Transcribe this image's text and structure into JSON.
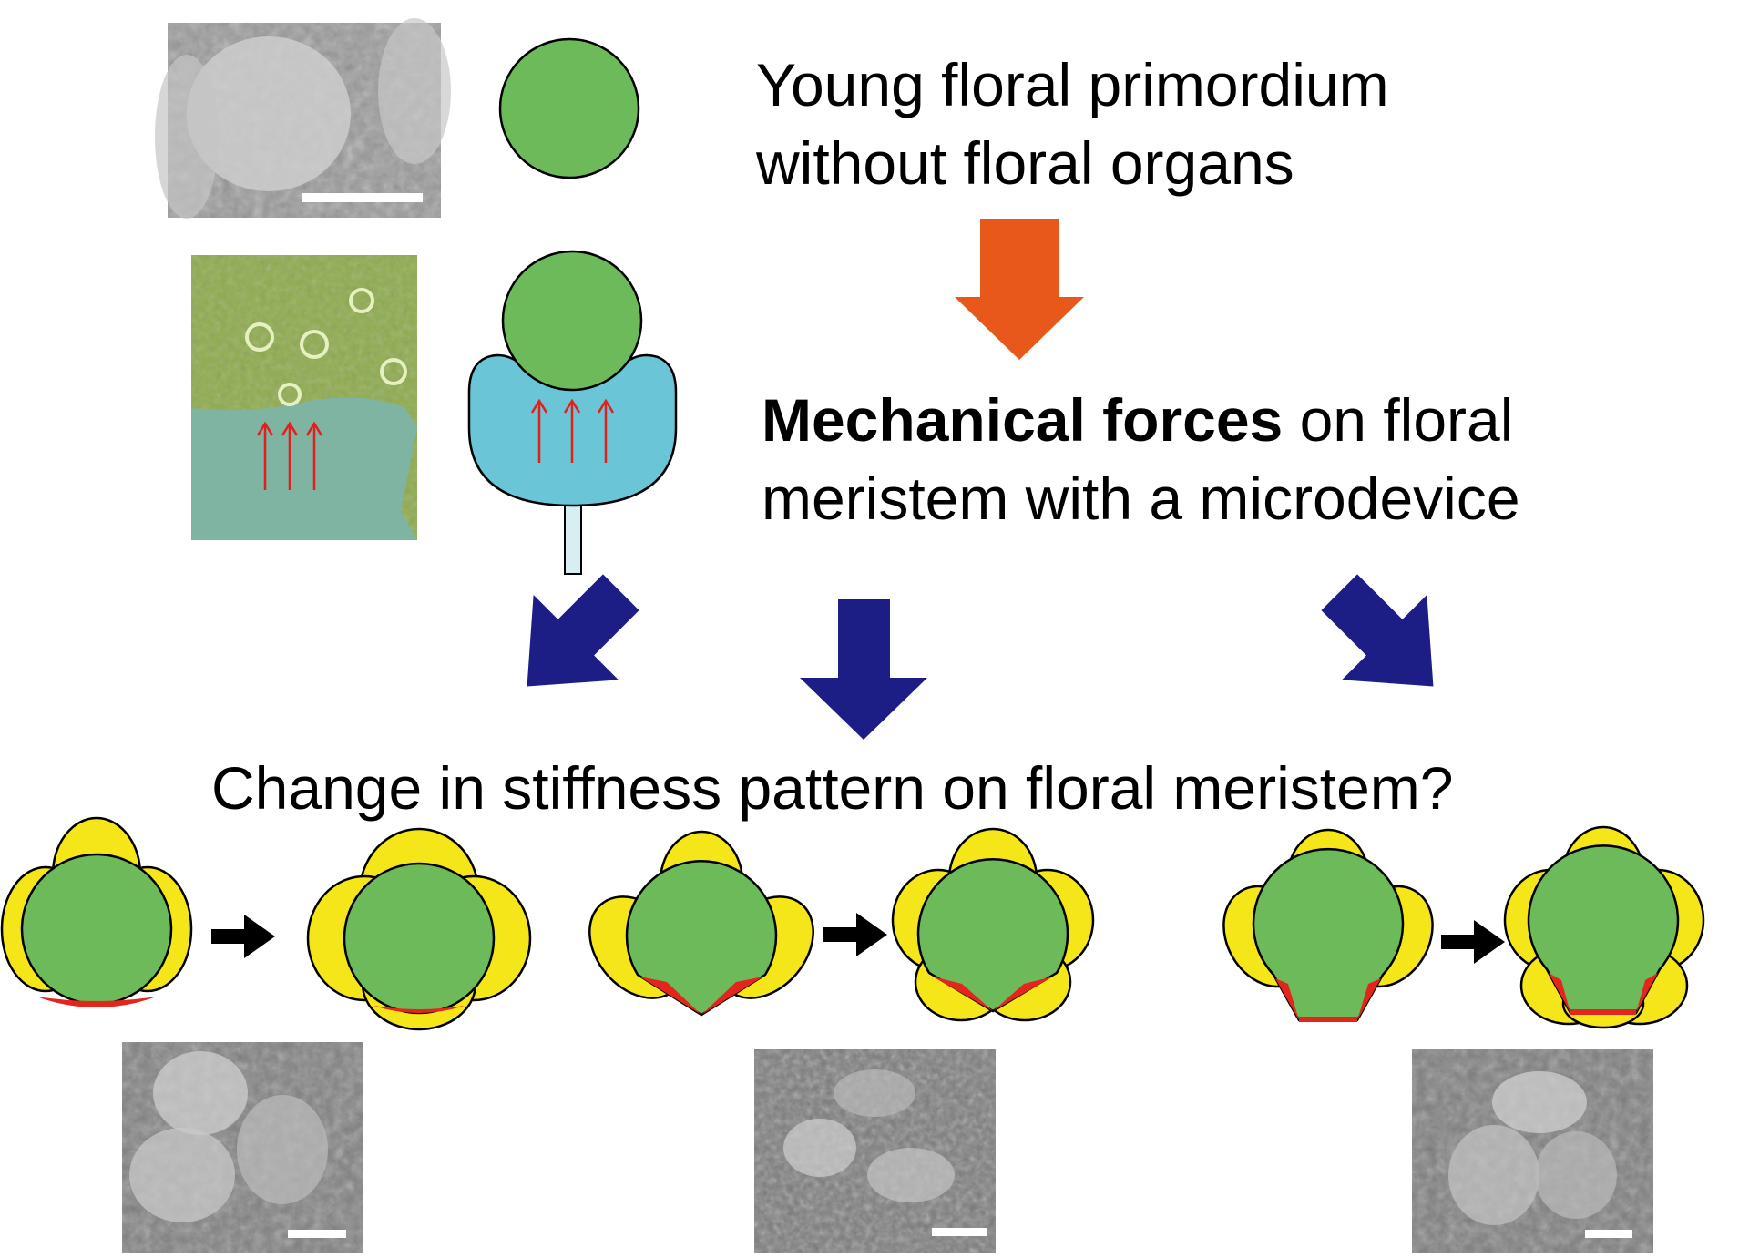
{
  "heading": {
    "line1": "Young floral primordium",
    "line2": "without floral organs"
  },
  "force": {
    "bold": "Mechanical forces",
    "rest": " on floral",
    "line2": "meristem with a microdevice"
  },
  "question": "Change in stiffness pattern on floral meristem?",
  "colors": {
    "meristem_green": "#6dba5b",
    "organ_yellow": "#f5e619",
    "stiff_red": "#e3251c",
    "device_blue": "#6ac6d6",
    "force_arrow_red": "#e02020",
    "top_arrow_orange": "#e8581a",
    "navy_arrow": "#1c1e86",
    "step_arrow": "#000000"
  },
  "icons": [
    "sem-micrograph",
    "optical-micrograph",
    "scale-bar",
    "meristem-circle",
    "microdevice",
    "force-arrow",
    "down-arrow",
    "step-arrow"
  ]
}
